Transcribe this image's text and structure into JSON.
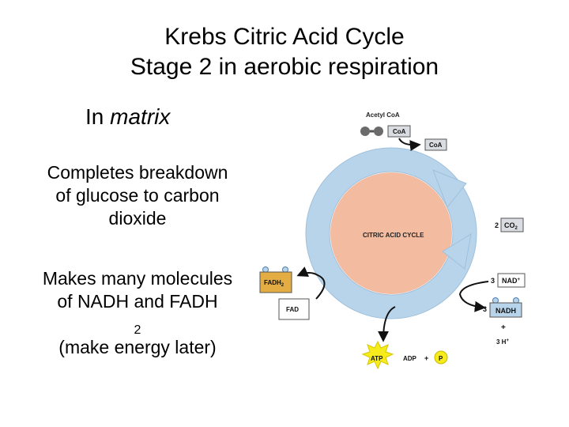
{
  "title": {
    "line1": "Krebs Citric Acid Cycle",
    "line2": "Stage 2 in aerobic respiration"
  },
  "location": {
    "prefix": "In ",
    "emphasis": "matrix"
  },
  "point1": {
    "line1": "Completes breakdown",
    "line2": "of glucose to carbon",
    "line3": "dioxide"
  },
  "point2": {
    "line1": "Makes many molecules",
    "line2_prefix": "of NADH and FADH",
    "line2_sub": "2",
    "line3": "(make energy later)"
  },
  "diagram": {
    "cycle_label": "CITRIC ACID CYCLE",
    "acetyl_coa": "Acetyl CoA",
    "coa_in": "CoA",
    "coa_out": "CoA",
    "co2_count": "2",
    "co2": "CO",
    "co2_sub": "2",
    "nad_count": "3",
    "nad": "NAD",
    "nad_sup": "+",
    "nadh_count": "3",
    "nadh": "NADH",
    "plus": "+",
    "h_ions": "3 H",
    "h_sup": "+",
    "fadh2": "FADH",
    "fadh2_sub": "2",
    "fad": "FAD",
    "atp": "ATP",
    "adp": "ADP",
    "adp_plus": "+",
    "p": "P"
  },
  "colors": {
    "cycle_ring": "#b8d4ea",
    "cycle_center": "#f3bca0",
    "fadh2_box": "#e3ad44",
    "atp_star": "#f7ec1b",
    "p_circle": "#f7ec1b",
    "carrier_fill": "#ffffff"
  }
}
